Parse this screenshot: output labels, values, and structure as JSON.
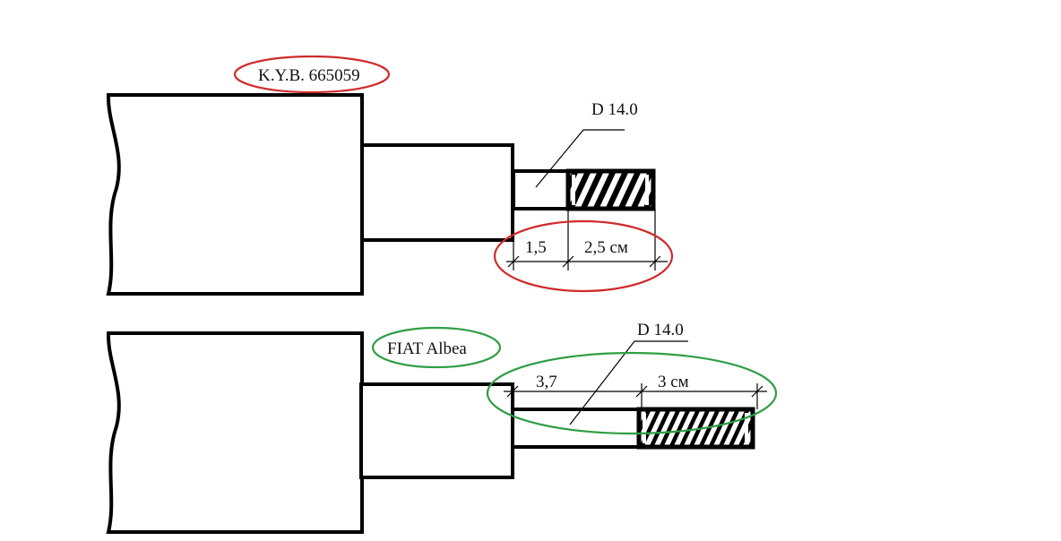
{
  "diagram": {
    "top": {
      "label": "K.Y.B. 665059",
      "label_color": "#d02a2a",
      "diameter_label": "D 14.0",
      "dim_left": "1,5",
      "dim_right": "2,5 см",
      "highlight_color": "#d02a2a"
    },
    "bottom": {
      "label": "FIAT Albea",
      "label_color": "#2e9e44",
      "diameter_label": "D 14.0",
      "dim_left": "3,7",
      "dim_right": "3 см",
      "highlight_color": "#2e9e44"
    }
  }
}
